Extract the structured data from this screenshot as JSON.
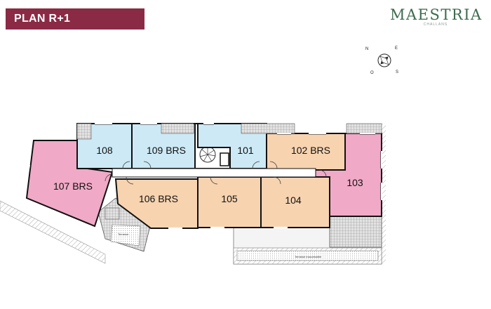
{
  "header": {
    "plan_title": "PLAN R+1",
    "brand_name": "MAESTRIA",
    "brand_subtitle": "CHALLANS"
  },
  "compass": {
    "n": "N",
    "e": "E",
    "s": "S",
    "o": "O"
  },
  "units": {
    "u101": "101",
    "u102": "102 BRS",
    "u103": "103",
    "u104": "104",
    "u105": "105",
    "u106": "106 BRS",
    "u107": "107 BRS",
    "u108": "108",
    "u109": "109 BRS"
  },
  "annotations": {
    "terrace_bottom": "Terrasse inaccessible",
    "terrace_left": "Terrasse"
  },
  "colors": {
    "blue": "#cce9f5",
    "pink": "#f0a9c6",
    "peach": "#f7d3b0",
    "banner": "#8b2a45",
    "brand": "#3c6b4e"
  }
}
